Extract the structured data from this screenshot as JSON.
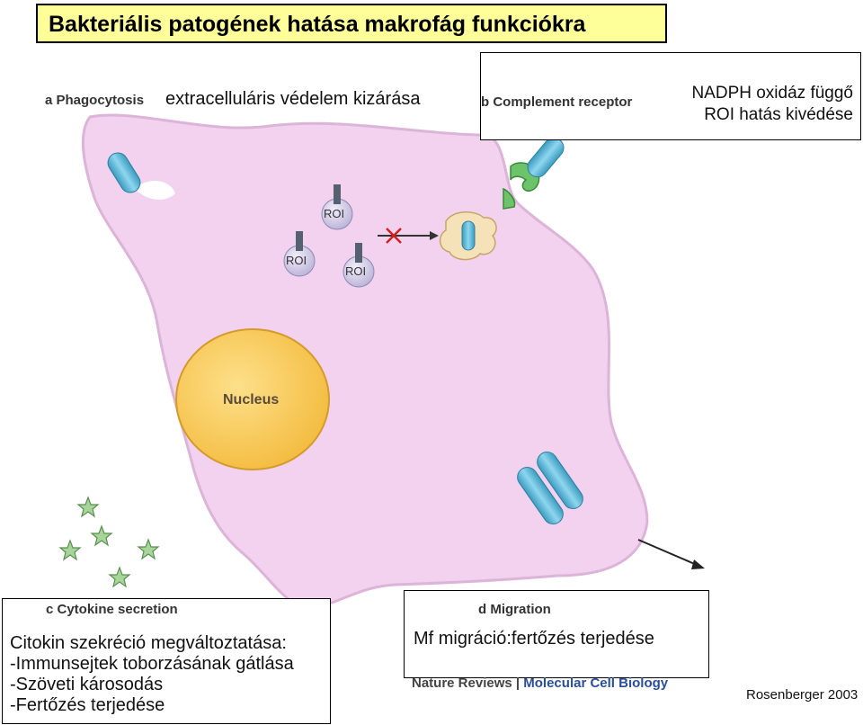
{
  "title": "Bakteriális patogének hatása makrofág funkciókra",
  "panel_a": {
    "tag": "a Phagocytosis",
    "note": "extracelluláris védelem kizárása"
  },
  "panel_b": {
    "tag": "b Complement receptor",
    "note_line1": "NADPH oxidáz függő",
    "note_line2": "ROI hatás kivédése"
  },
  "panel_c": {
    "tag": "c Cytokine secretion",
    "lines": [
      "Citokin szekréció megváltoztatása:",
      "-Immunsejtek toborzásának gátlása",
      "-Szöveti károsodás",
      "-Fertőzés terjedése"
    ]
  },
  "panel_d": {
    "tag": "d Migration",
    "note": "Mf migráció:fertőzés terjedése"
  },
  "labels": {
    "roi": "ROI",
    "nucleus": "Nucleus"
  },
  "source": {
    "journal_left": "Nature Reviews",
    "journal_right": "Molecular Cell Biology",
    "citation": "Rosenberger 2003"
  },
  "colors": {
    "title_bg": "#ffff99",
    "cell_fill": "#f2d2ee",
    "nucleus_fill": "#f7c84a",
    "bacterium_fill": "#6cc3e0",
    "receptor_fill": "#5ab55a",
    "cytokine_fill": "#9ecb8f",
    "journal_blue": "#2a4f9a"
  }
}
